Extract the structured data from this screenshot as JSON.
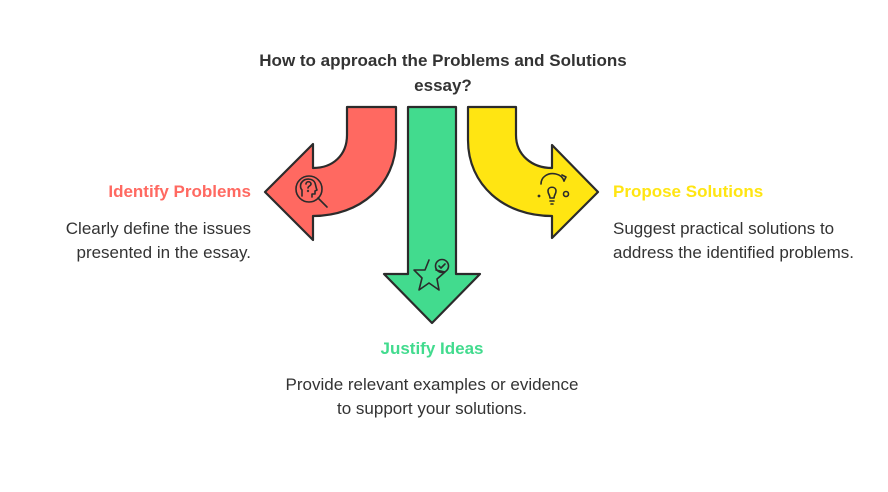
{
  "title": "How to approach the Problems and Solutions essay?",
  "colors": {
    "identify": "#FF6961",
    "justify": "#42DB8E",
    "propose": "#FFE512",
    "outline": "#2B2B2B",
    "text": "#333333"
  },
  "steps": [
    {
      "key": "identify",
      "heading": "Identify Problems",
      "description": "Clearly define the issues presented in the essay.",
      "icon": "head-question-magnifier-icon",
      "direction": "left"
    },
    {
      "key": "justify",
      "heading": "Justify Ideas",
      "description": "Provide relevant examples or evidence to support your solutions.",
      "icon": "star-check-icon",
      "direction": "down"
    },
    {
      "key": "propose",
      "heading": "Propose Solutions",
      "description": "Suggest practical solutions to address the identified problems.",
      "icon": "lightbulb-idea-icon",
      "direction": "right"
    }
  ]
}
